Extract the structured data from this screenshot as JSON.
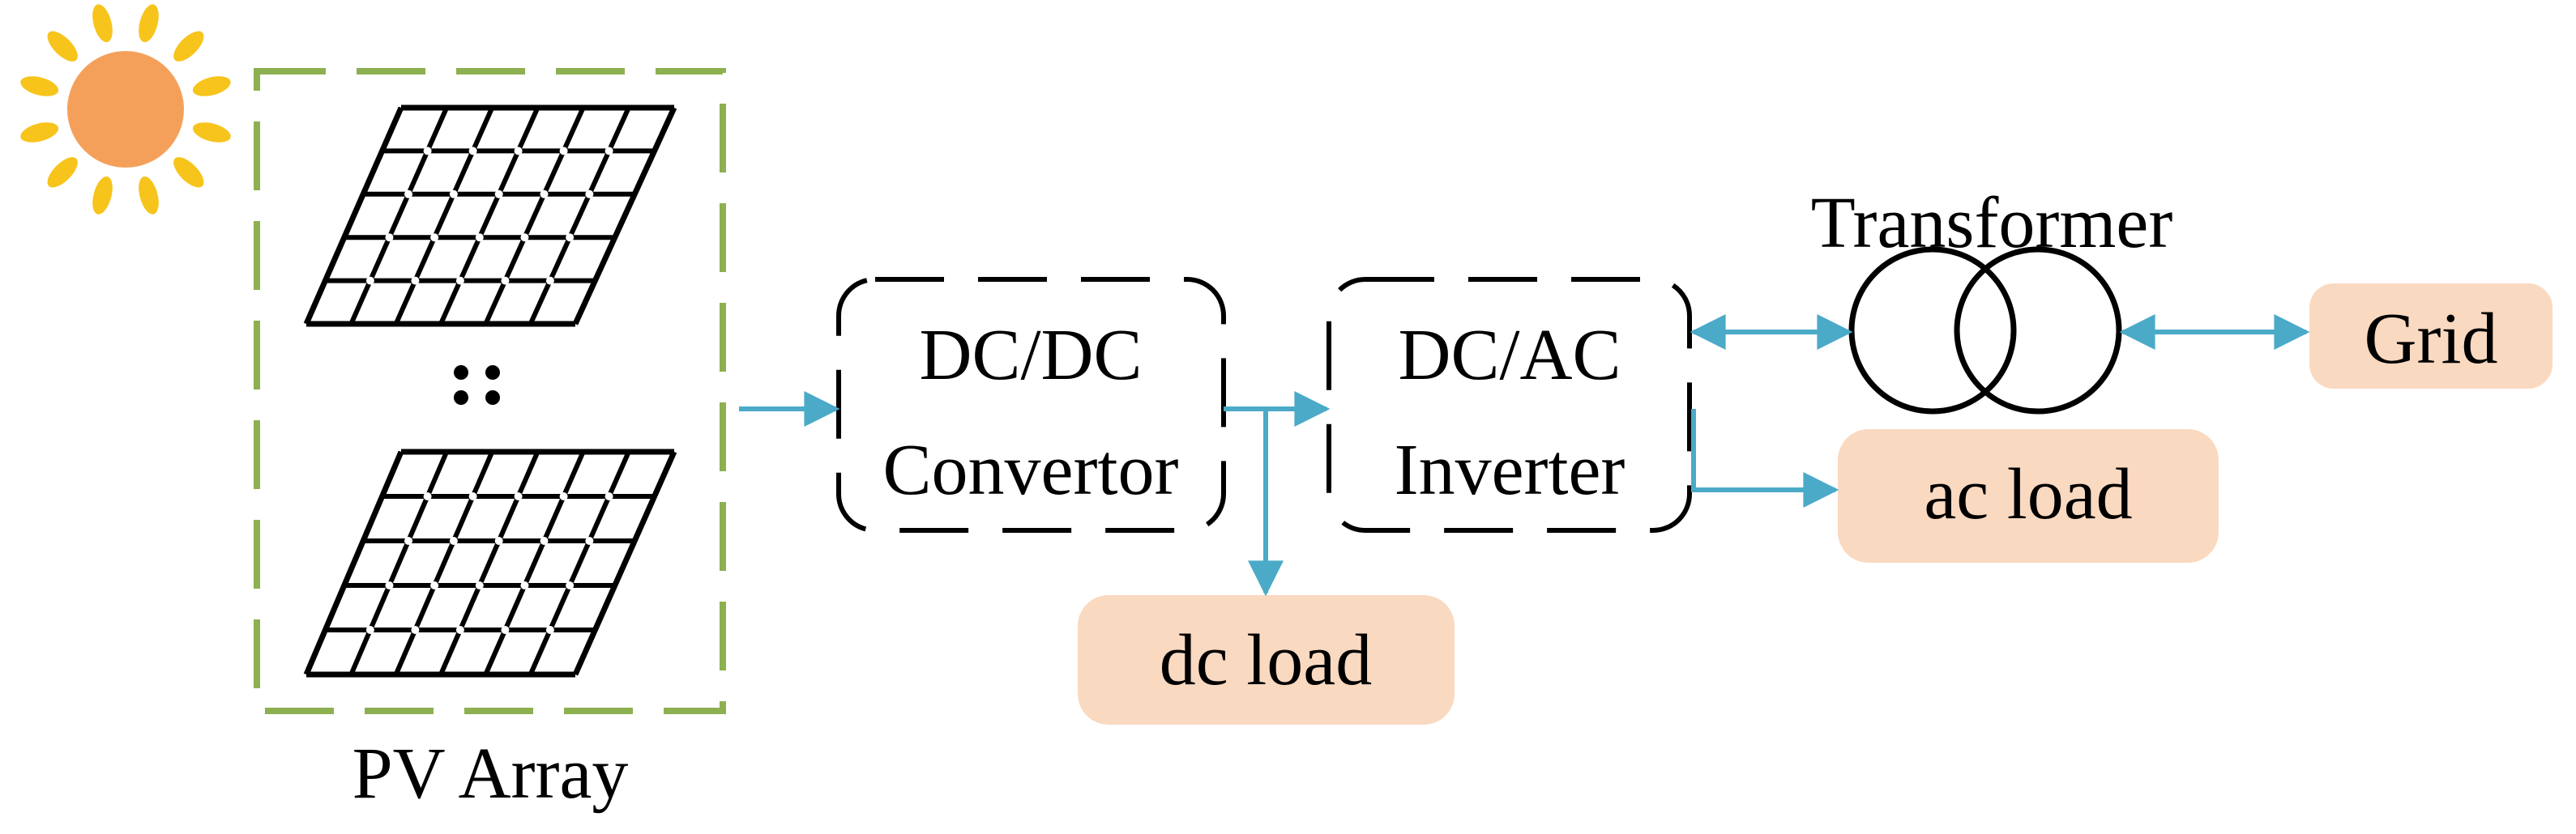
{
  "labels": {
    "pv_array": "PV Array",
    "dcdc_line1": "DC/DC",
    "dcdc_line2": "Convertor",
    "dcac_line1": "DC/AC",
    "dcac_line2": "Inverter",
    "transformer": "Transformer",
    "grid": "Grid",
    "ac_load": "ac load",
    "dc_load": "dc load"
  },
  "colors": {
    "pv_border": "#8DB050",
    "arrow": "#4BAAC8",
    "load_fill": "#FAD9C1",
    "sun_core": "#F5A05A",
    "sun_rays": "#F7C41C",
    "line": "#000000"
  },
  "icons": [
    "sun-icon",
    "solar-panel-icon",
    "ellipsis-icon",
    "transformer-icon"
  ]
}
